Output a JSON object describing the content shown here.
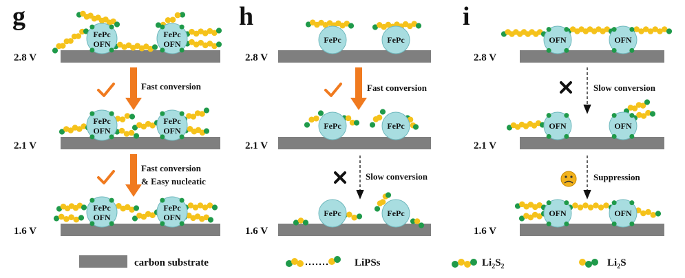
{
  "panels": [
    {
      "letter": "g",
      "molecule_labels": [
        "FePc",
        "OFN"
      ],
      "voltages": [
        "2.8 V",
        "2.1 V",
        "1.6 V"
      ],
      "step1": {
        "label": "Fast conversion",
        "arrow": "fast",
        "mark": "check"
      },
      "step2": {
        "label_line1": "Fast conversion",
        "label_line2": "& Easy nucleatic",
        "arrow": "fast",
        "mark": "check"
      }
    },
    {
      "letter": "h",
      "molecule_labels": [
        "FePc"
      ],
      "voltages": [
        "2.8 V",
        "2.1 V",
        "1.6 V"
      ],
      "step1": {
        "label": "Fast conversion",
        "arrow": "fast",
        "mark": "check"
      },
      "step2": {
        "label": "Slow conversion",
        "arrow": "slow",
        "mark": "cross"
      }
    },
    {
      "letter": "i",
      "molecule_labels": [
        "OFN"
      ],
      "voltages": [
        "2.8 V",
        "2.1 V",
        "1.6 V"
      ],
      "step1": {
        "label": "Slow conversion",
        "arrow": "slow",
        "mark": "cross"
      },
      "step2": {
        "label": "Suppression",
        "arrow": "slow",
        "mark": "sad-face"
      }
    }
  ],
  "legend": {
    "substrate": "carbon substrate",
    "lipss": "LiPSs",
    "li2s2": {
      "base": "Li",
      "sub1": "2",
      "mid": "S",
      "sub2": "2"
    },
    "li2s": {
      "base": "Li",
      "sub1": "2",
      "mid": "S"
    }
  },
  "colors": {
    "substrate": "#7f7f7f",
    "molecule": "#a8dde0",
    "chain_yellow": "#f5c21b",
    "chain_green": "#1f9a4a",
    "fast_arrow": "#f07a1f",
    "check": "#f07a1f"
  }
}
